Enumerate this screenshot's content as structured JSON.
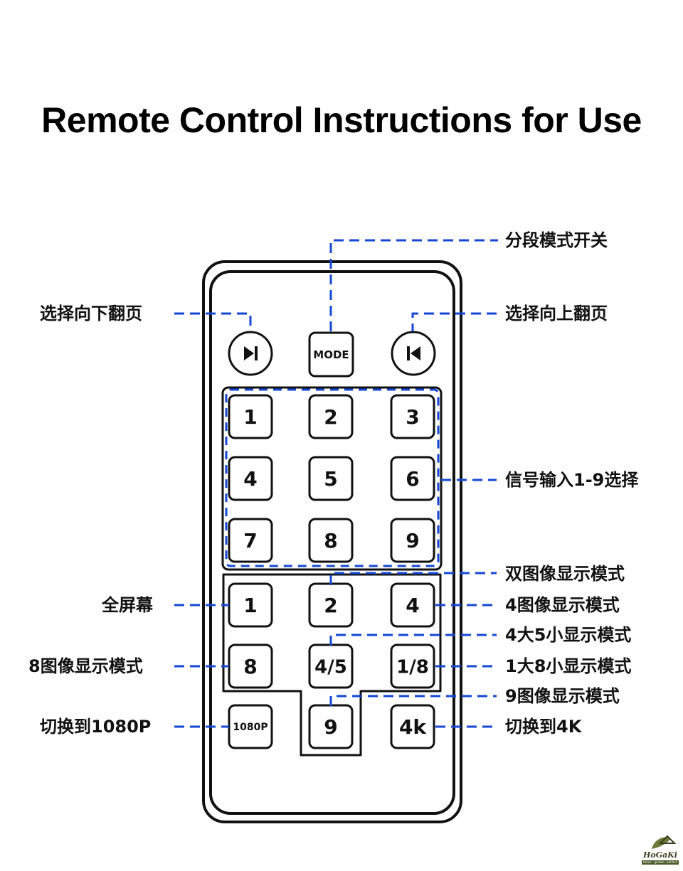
{
  "title": "Remote Control Instructions for Use",
  "colors": {
    "line": "#1447d6",
    "ink": "#111111"
  },
  "remote": {
    "top_row": {
      "next_page_icon": "play-pause-icon",
      "mode_label": "MODE",
      "prev_page_icon": "skip-back-icon"
    },
    "input_buttons": [
      "1",
      "2",
      "3",
      "4",
      "5",
      "6",
      "7",
      "8",
      "9"
    ],
    "display_buttons": [
      "1",
      "2",
      "4",
      "8",
      "4/5",
      "1/8"
    ],
    "bottom_buttons": [
      "1080P",
      "9",
      "4k"
    ]
  },
  "labels": {
    "segment_mode_switch": "分段模式开关",
    "select_page_down": "选择向下翻页",
    "select_page_up": "选择向上翻页",
    "signal_input": "信号输入1-9选择",
    "dual_image": "双图像显示模式",
    "full_screen": "全屏幕",
    "quad_image": "4图像显示模式",
    "four_big_five_small": "4大5小显示模式",
    "eight_image": "8图像显示模式",
    "one_big_eight_small": "1大8小显示模式",
    "nine_image": "9图像显示模式",
    "switch_1080p": "切换到1080P",
    "switch_4k": "切换到4K"
  },
  "logo": {
    "name": "HoGaKi",
    "tagline": "Home · garden · kitchen"
  }
}
